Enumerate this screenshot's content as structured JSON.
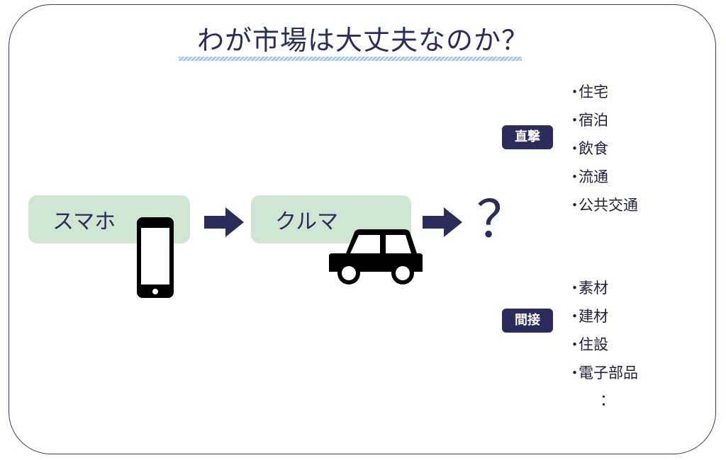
{
  "title": "わが市場は大丈夫なのか？",
  "flow": {
    "step1": "スマホ",
    "step2": "クルマ",
    "step3": "？"
  },
  "direct": {
    "label": "直撃",
    "items": [
      "住宅",
      "宿泊",
      "飲食",
      "流通",
      "公共交通"
    ]
  },
  "indirect": {
    "label": "間接",
    "items": [
      "素材",
      "建材",
      "住設",
      "電子部品"
    ],
    "more": "："
  },
  "bullet": "・",
  "icons": {
    "phone": "smartphone-icon",
    "car": "car-icon",
    "arrow": "right-arrow-icon"
  },
  "colors": {
    "navy": "#2b2b5c",
    "pill": "#cfe6d3"
  }
}
